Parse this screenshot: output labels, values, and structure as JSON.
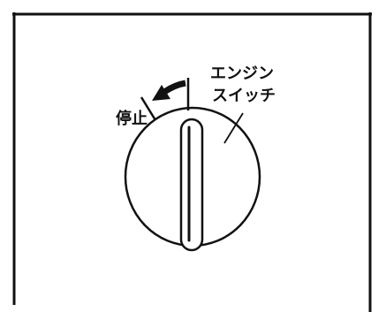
{
  "labels": {
    "stop": "停止",
    "engine_switch_line1": "エンジン",
    "engine_switch_line2": "スイッチ"
  },
  "colors": {
    "ink": "#111111",
    "paper": "#ffffff"
  },
  "icons": {
    "rotation_arrow": "curved-arrow-left",
    "knob": "rotary-engine-switch-knob"
  }
}
